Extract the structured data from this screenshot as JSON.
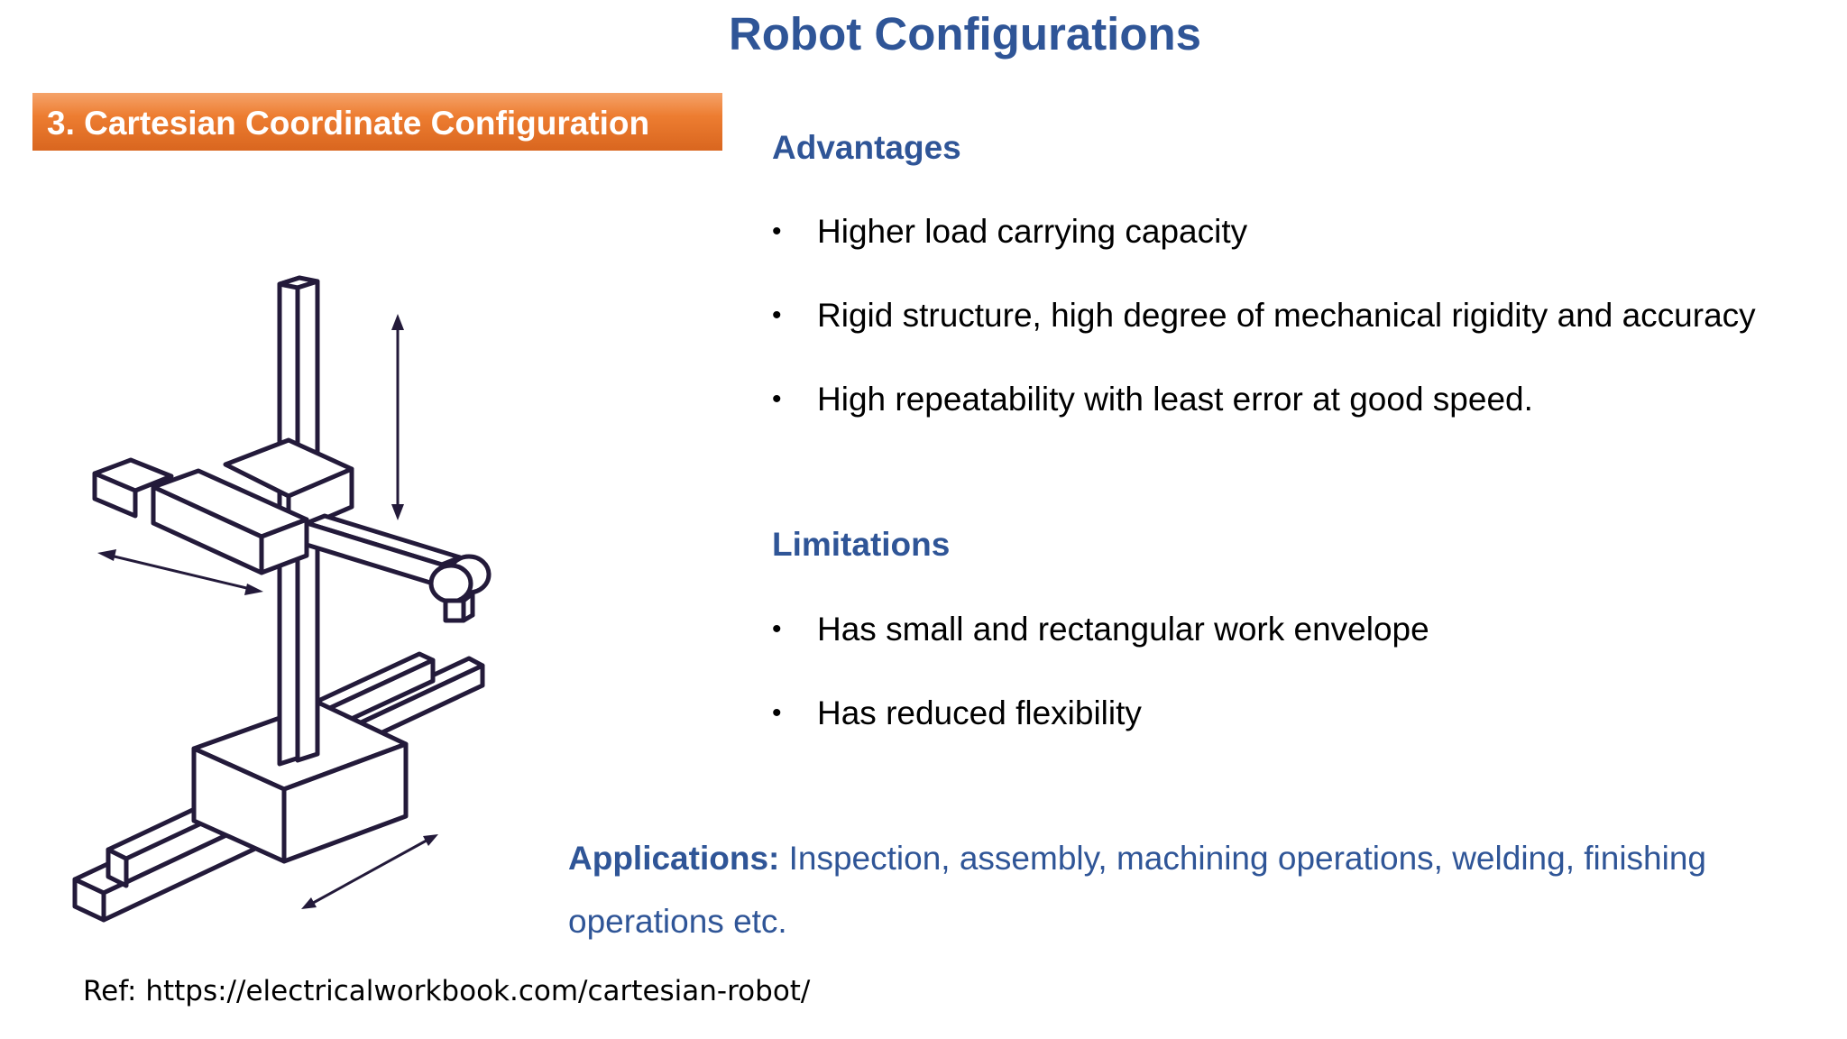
{
  "slide": {
    "title": "Robot Configurations",
    "section": "3. Cartesian Coordinate Configuration"
  },
  "advantages": {
    "heading": "Advantages",
    "items": [
      "Higher load carrying capacity",
      "Rigid structure, high degree of mechanical rigidity and accuracy",
      "High repeatability with least error at good speed."
    ]
  },
  "limitations": {
    "heading": "Limitations",
    "items": [
      "Has small and rectangular work envelope",
      "Has reduced flexibility"
    ]
  },
  "applications": {
    "label": "Applications:",
    "text": "Inspection, assembly, machining operations, welding, finishing operations etc."
  },
  "reference": "Ref: https://electricalworkbook.com/cartesian-robot/",
  "bullet_char": "•",
  "colors": {
    "title": "#2f5597",
    "banner": "#ed7d31",
    "banner_text": "#ffffff",
    "body_text": "#000000",
    "diagram_stroke": "#231a3a"
  }
}
